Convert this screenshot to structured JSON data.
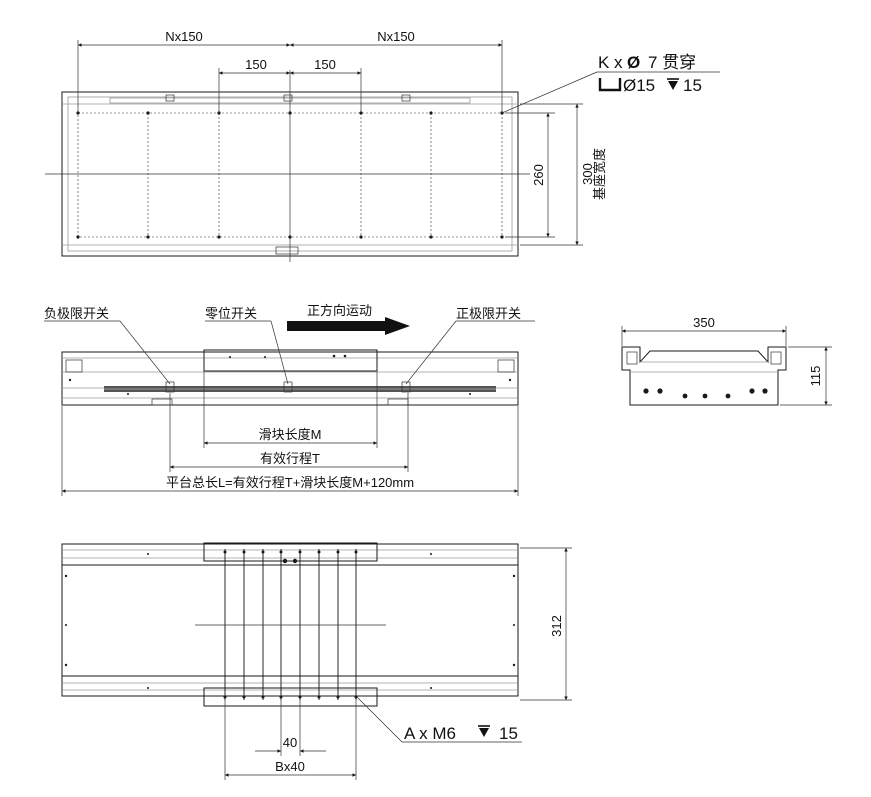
{
  "top_view": {
    "dim_left": "Nx150",
    "dim_right": "Nx150",
    "dim_mid_left": "150",
    "dim_mid_right": "150",
    "dim_260": "260",
    "dim_300": "300",
    "base_width_label": "基座宽度",
    "hole_callout_line1": "K x",
    "hole_callout_sym1": "Ø",
    "hole_callout_line1b": "7 贯穿",
    "hole_callout_line2": "Ø15",
    "hole_callout_depth": "15"
  },
  "side_view": {
    "neg_limit": "负极限开关",
    "zero_switch": "零位开关",
    "direction": "正方向运动",
    "pos_limit": "正极限开关",
    "slider_length": "滑块长度M",
    "effective_travel": "有效行程T",
    "total_length": "平台总长L=有效行程T+滑块长度M+120mm"
  },
  "end_view": {
    "dim_width": "350",
    "dim_height": "115"
  },
  "bottom_view": {
    "dim_312": "312",
    "dim_40": "40",
    "dim_bx40": "Bx40",
    "tap_callout": "A x M6",
    "tap_depth": "15"
  }
}
